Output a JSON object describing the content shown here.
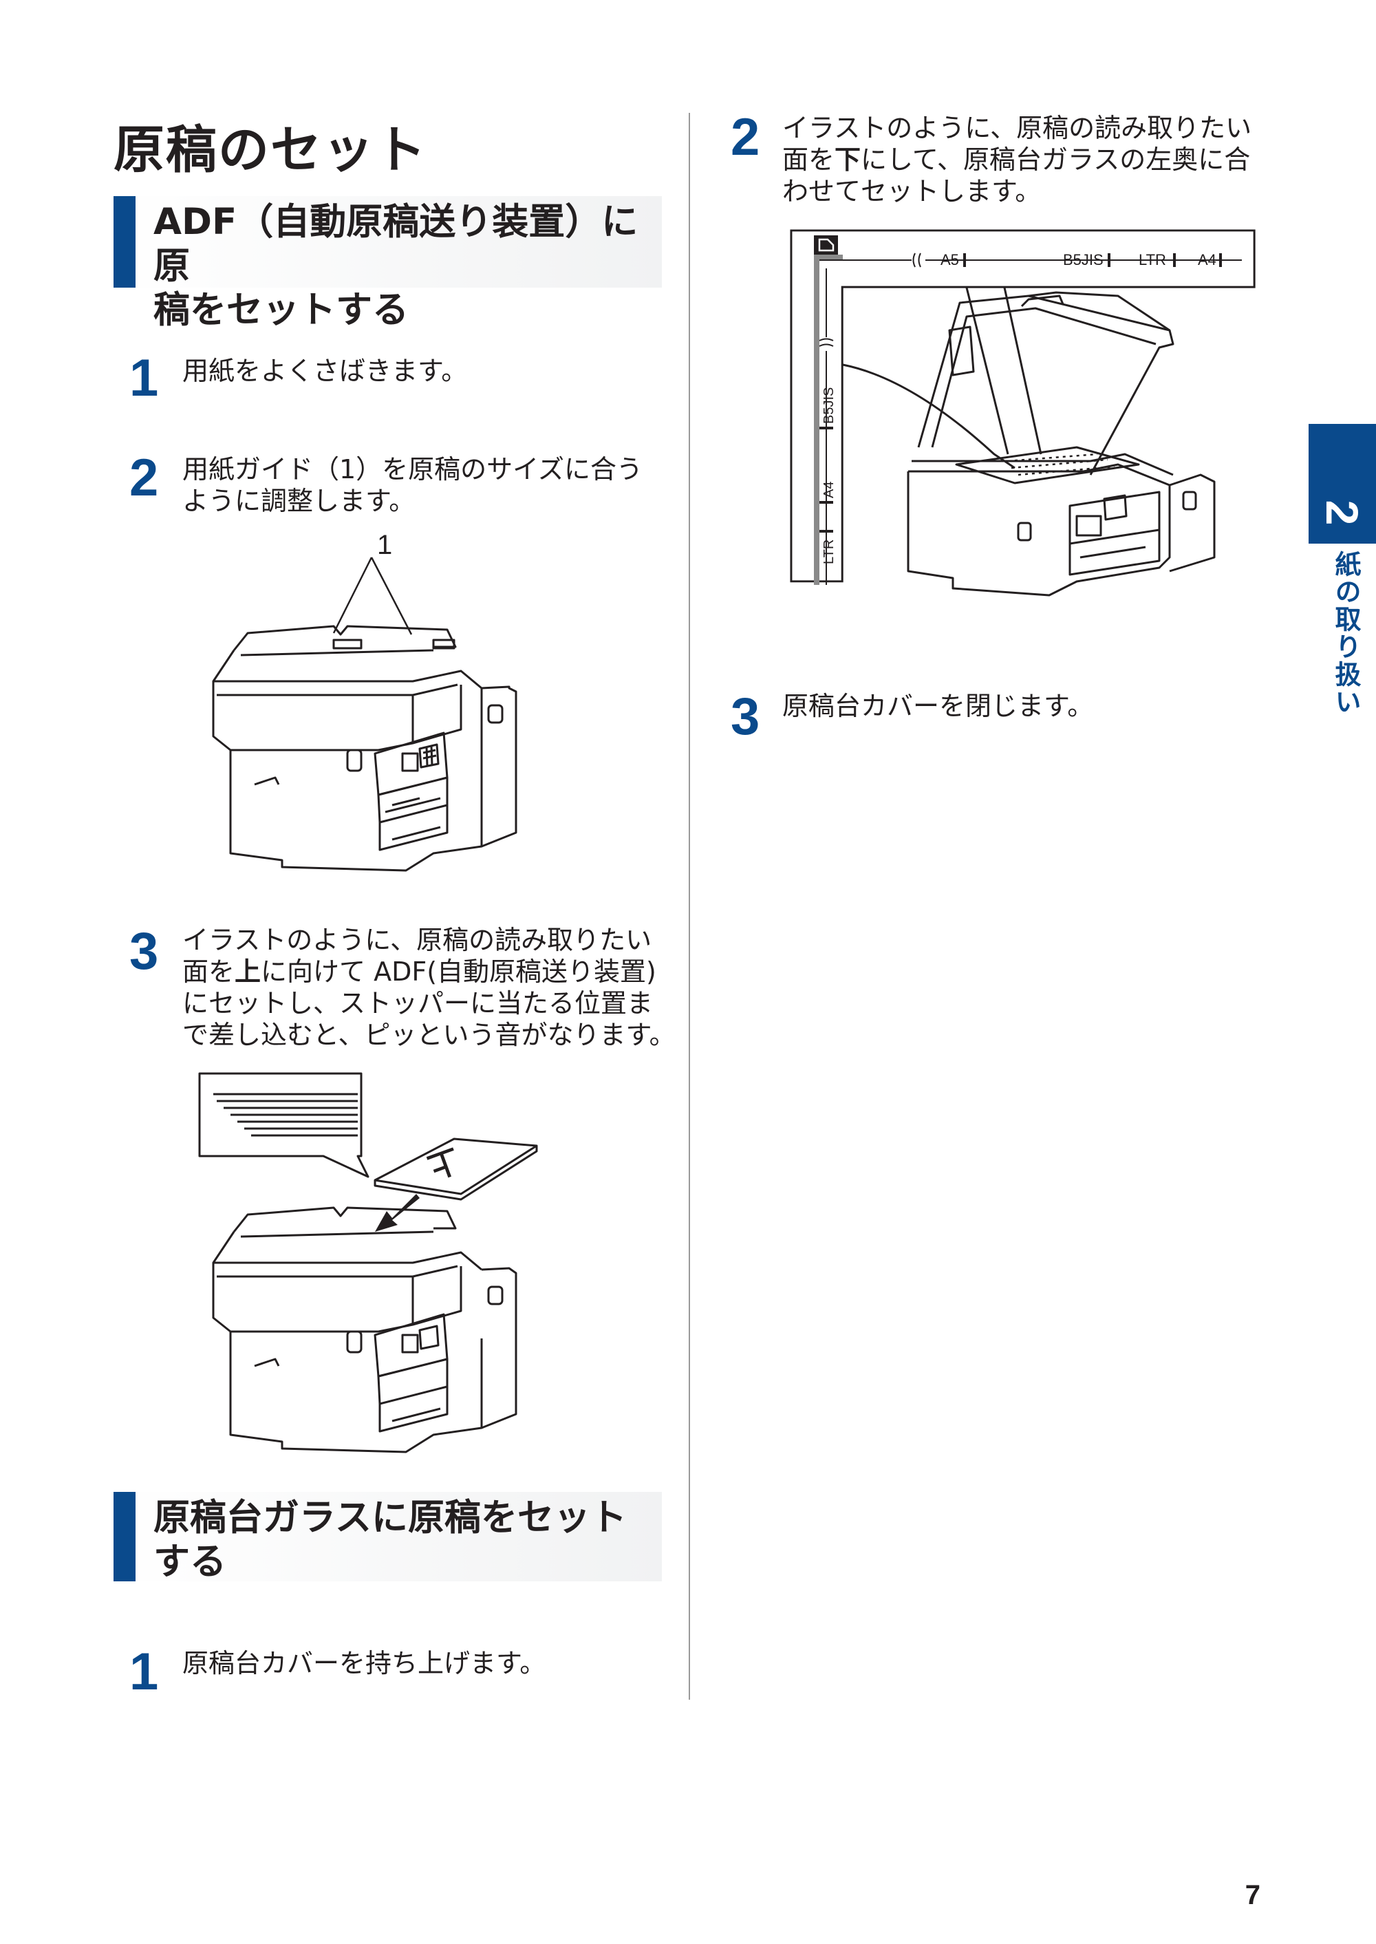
{
  "page": {
    "title": "原稿のセット",
    "page_number": "7"
  },
  "side_tab": {
    "chapter_number": "2",
    "chapter_label": "紙の取り扱い",
    "color": "#0a4a8c"
  },
  "section_adf": {
    "heading_line1": "ADF（自動原稿送り装置）に原",
    "heading_line2": "稿をセットする",
    "steps": [
      {
        "num": "1",
        "text": "用紙をよくさばきます。"
      },
      {
        "num": "2",
        "line1": "用紙ガイド（1）を原稿のサイズに合う",
        "line2": "ように調整します。"
      },
      {
        "num": "3",
        "line1": "イラストのように、原稿の読み取りたい",
        "line2_pre": "面を",
        "line2_bold": "上",
        "line2_post": "に向けて ADF(自動原稿送り装置)",
        "line3": "にセットし、ストッパーに当たる位置ま",
        "line4": "で差し込むと、ピッという音がなります。"
      }
    ],
    "callout_label": "1",
    "paper_mark": "上"
  },
  "section_glass": {
    "heading_line1": "原稿台ガラスに原稿をセット",
    "heading_line2": "する",
    "steps": [
      {
        "num": "1",
        "text": "原稿台カバーを持ち上げます。"
      },
      {
        "num": "2",
        "line1": "イラストのように、原稿の読み取りたい",
        "line2_pre": "面を",
        "line2_bold": "下",
        "line2_post": "にして、原稿台ガラスの左奥に合",
        "line3": "わせてセットします。"
      },
      {
        "num": "3",
        "text": "原稿台カバーを閉じます。"
      }
    ],
    "glass_labels": {
      "top": [
        "A5",
        "B5JIS",
        "LTR",
        "A4"
      ],
      "left": [
        "B5JIS",
        "A4",
        "LTR"
      ]
    }
  },
  "colors": {
    "accent": "#0a4a8c",
    "text": "#231f20",
    "rule": "#9a9a9a"
  }
}
